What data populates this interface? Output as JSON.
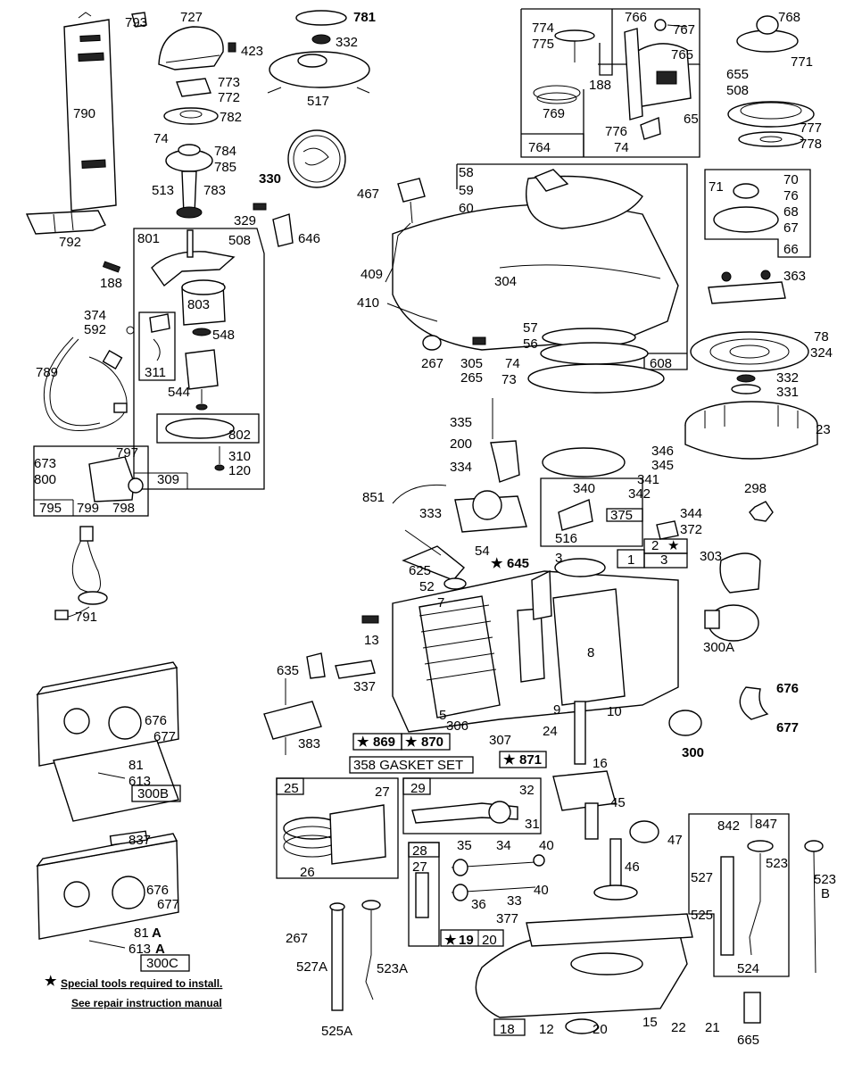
{
  "labels": {
    "p793": "793",
    "p727": "727",
    "p781": "781",
    "p332a": "332",
    "p423": "423",
    "p773": "773",
    "p772": "772",
    "p782": "782",
    "p517": "517",
    "p790": "790",
    "p74a": "74",
    "p784": "784",
    "p785": "785",
    "p330": "330",
    "p513": "513",
    "p783": "783",
    "p329": "329",
    "p508a": "508",
    "p646": "646",
    "p792": "792",
    "p801": "801",
    "p188a": "188",
    "p803": "803",
    "p548": "548",
    "p374": "374",
    "p592": "592",
    "p311": "311",
    "p544": "544",
    "p789": "789",
    "p802": "802",
    "p310": "310",
    "p120": "120",
    "p797": "797",
    "p673": "673",
    "p800": "800",
    "p309": "309",
    "p799": "799",
    "p798": "798",
    "p795": "795",
    "p791": "791",
    "p774": "774",
    "p775": "775",
    "p766": "766",
    "p767": "767",
    "p768": "768",
    "p765": "765",
    "p655": "655",
    "p771": "771",
    "p508b": "508",
    "p188b": "188",
    "p769": "769",
    "p65": "65",
    "p776": "776",
    "p74b": "74",
    "p764": "764",
    "p777": "777",
    "p778": "778",
    "p58": "58",
    "p59": "59",
    "p60": "60",
    "p467": "467",
    "p70": "70",
    "p71": "71",
    "p76": "76",
    "p68": "68",
    "p67": "67",
    "p66": "66",
    "p304": "304",
    "p409": "409",
    "p363": "363",
    "p410": "410",
    "p57": "57",
    "p56": "56",
    "p267a": "267",
    "p305": "305",
    "p74c": "74",
    "p73": "73",
    "p265": "265",
    "p608": "608",
    "p78": "78",
    "p324": "324",
    "p332b": "332",
    "p331": "331",
    "p23": "23",
    "p335": "335",
    "p200": "200",
    "p346": "346",
    "p345": "345",
    "p334": "334",
    "p341": "341",
    "p340": "340",
    "p342": "342",
    "p851": "851",
    "p333": "333",
    "p375": "375",
    "p344": "344",
    "p372": "372",
    "p516": "516",
    "p298": "298",
    "p2": "2",
    "p3a": "3",
    "p1": "1",
    "p3b": "3",
    "p54": "54",
    "p645": "645",
    "p625": "625",
    "p52": "52",
    "p303": "303",
    "p7": "7",
    "p13": "13",
    "p8": "8",
    "p300a": "300A",
    "p635": "635",
    "p337": "337",
    "p676a": "676",
    "p677a": "677",
    "p5": "5",
    "p9": "9",
    "p10": "10",
    "p383": "383",
    "p306": "306",
    "p300": "300",
    "p869": "869",
    "p870": "870",
    "p307": "307",
    "p24": "24",
    "p16": "16",
    "p358": "358 GASKET SET",
    "p871": "871",
    "p676b": "676",
    "p677b": "677",
    "p81a": "81",
    "p613a": "613",
    "p300b": "300B",
    "p25": "25",
    "p27a": "27",
    "p29": "29",
    "p32": "32",
    "p31": "31",
    "p45": "45",
    "p47": "47",
    "p842": "842",
    "p847": "847",
    "p523a": "523",
    "p523b": "523\nB",
    "p26": "26",
    "p35": "35",
    "p34": "34",
    "p40a": "40",
    "p46": "46",
    "p28": "28",
    "p27b": "27",
    "p36": "36",
    "p33": "33",
    "p40b": "40",
    "p527": "527",
    "p525": "525",
    "p837": "837",
    "p676c": "676",
    "p677c": "677",
    "p81b": "81",
    "p613b": "613",
    "p300c": "300C",
    "p267b": "267",
    "p527a": "527A",
    "p523a2": "523A",
    "p377": "377",
    "p19": "19",
    "p20a": "20",
    "p524": "524",
    "p18": "18",
    "p12": "12",
    "p20b": "20",
    "p15": "15",
    "p22": "22",
    "p21": "21",
    "p665": "665",
    "p525a": "525A"
  },
  "suffixes": {
    "s81b": "A",
    "s613b": "A"
  },
  "footnote": {
    "line1": "Special tools required to install.",
    "line2": "See repair instruction manual"
  },
  "star_glyph": "★"
}
